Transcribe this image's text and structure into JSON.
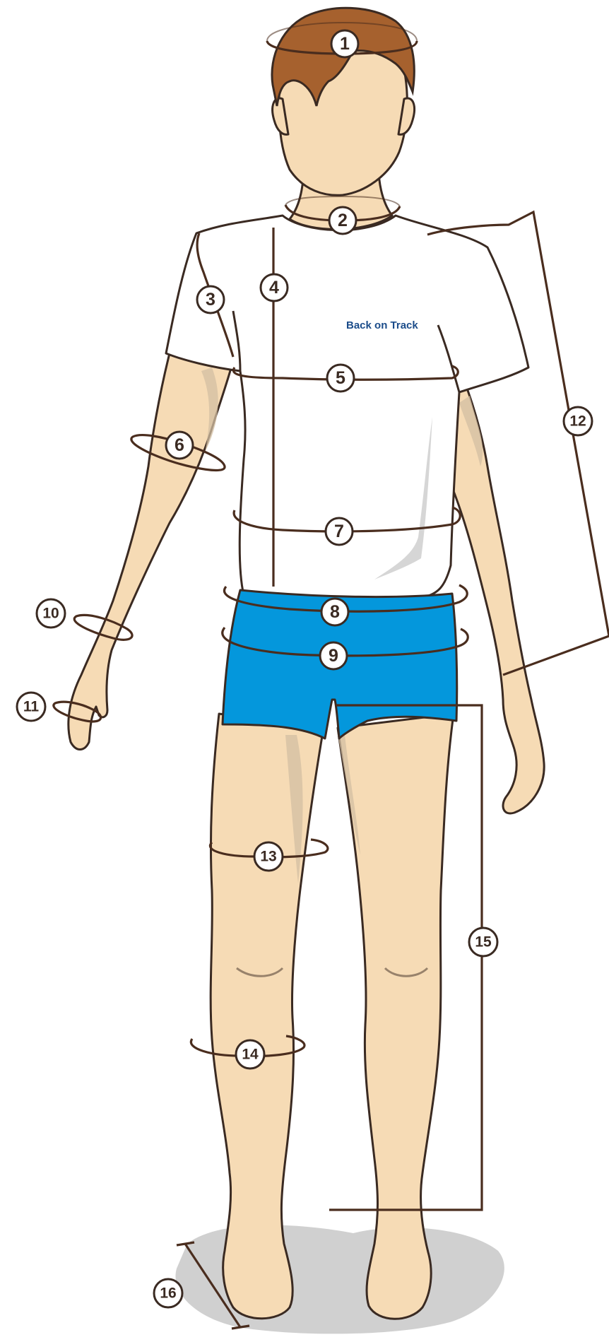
{
  "brand": {
    "shirt_logo": "Back on Track"
  },
  "measurement_points": [
    {
      "number": "1",
      "location": "head"
    },
    {
      "number": "2",
      "location": "neck"
    },
    {
      "number": "3",
      "location": "shoulder"
    },
    {
      "number": "4",
      "location": "torso length"
    },
    {
      "number": "5",
      "location": "chest"
    },
    {
      "number": "6",
      "location": "upper arm"
    },
    {
      "number": "7",
      "location": "waist"
    },
    {
      "number": "8",
      "location": "hip upper"
    },
    {
      "number": "9",
      "location": "hip"
    },
    {
      "number": "10",
      "location": "wrist"
    },
    {
      "number": "11",
      "location": "hand"
    },
    {
      "number": "12",
      "location": "arm length"
    },
    {
      "number": "13",
      "location": "thigh"
    },
    {
      "number": "14",
      "location": "calf"
    },
    {
      "number": "15",
      "location": "inseam"
    },
    {
      "number": "16",
      "location": "foot"
    }
  ],
  "colors": {
    "skin": "#f6dbb5",
    "hair": "#a6612e",
    "shorts": "#0497dc",
    "lines": "#4a2d1e",
    "floor_shadow": "#c8c8c8",
    "logo": "#1b4c8a"
  }
}
